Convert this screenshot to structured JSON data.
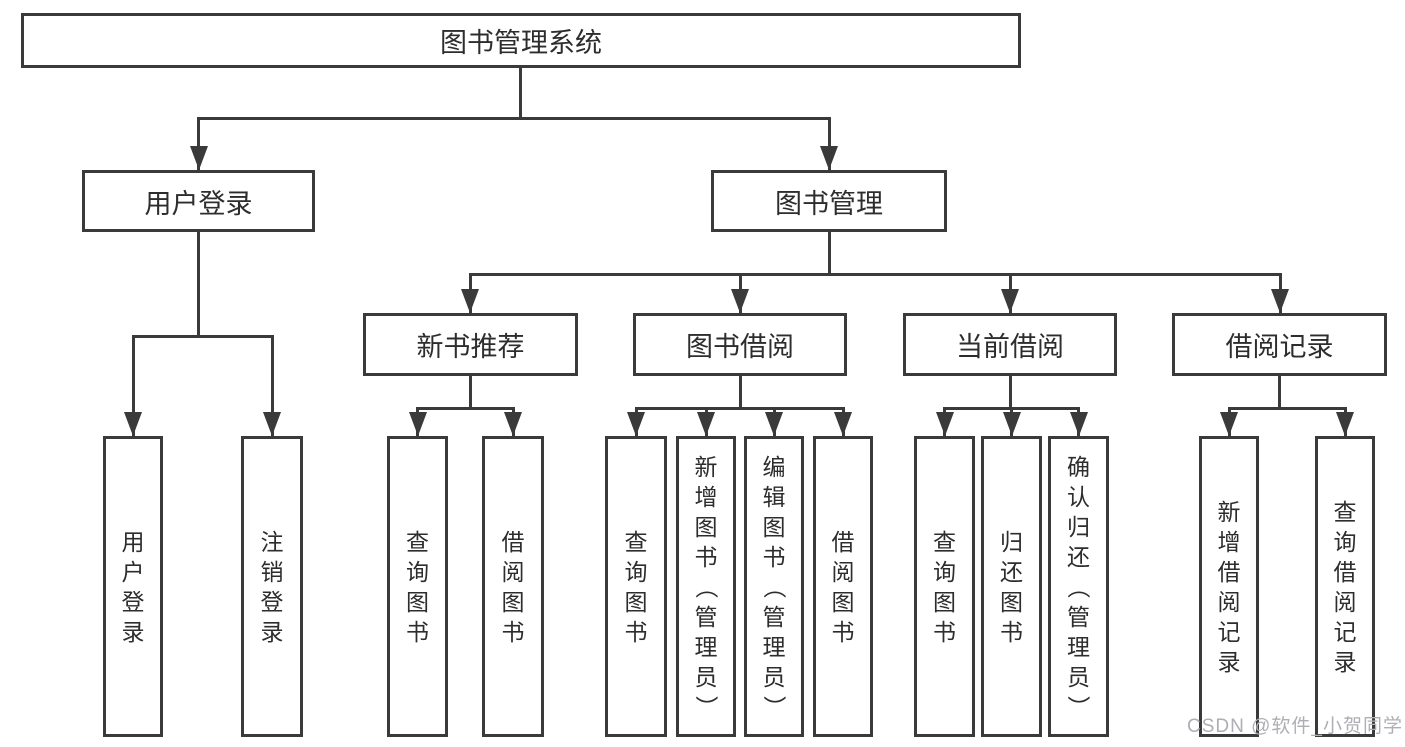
{
  "tree": {
    "root": {
      "label": "图书管理系统"
    },
    "branches": [
      {
        "label": "用户登录",
        "children": [
          {
            "label": "用户登录"
          },
          {
            "label": "注销登录"
          }
        ]
      },
      {
        "label": "图书管理",
        "groups": [
          {
            "label": "新书推荐",
            "children": [
              {
                "label": "查询图书"
              },
              {
                "label": "借阅图书"
              }
            ]
          },
          {
            "label": "图书借阅",
            "children": [
              {
                "label": "查询图书"
              },
              {
                "label": "新增图书（管理员）"
              },
              {
                "label": "编辑图书（管理员）"
              },
              {
                "label": "借阅图书"
              }
            ]
          },
          {
            "label": "当前借阅",
            "children": [
              {
                "label": "查询图书"
              },
              {
                "label": "归还图书"
              },
              {
                "label": "确认归还（管理员）"
              }
            ]
          },
          {
            "label": "借阅记录",
            "children": [
              {
                "label": "新增借阅记录"
              },
              {
                "label": "查询借阅记录"
              }
            ]
          }
        ]
      }
    ]
  },
  "watermark": "CSDN @软件_小贺同学",
  "colors": {
    "line": "#3a3a3a",
    "text": "#2d2d2d",
    "box_bg": "#ffffff",
    "watermark": "#aeaeb4"
  }
}
